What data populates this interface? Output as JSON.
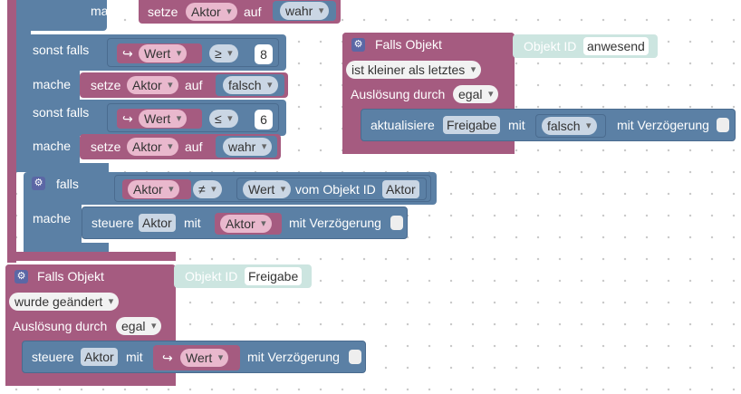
{
  "labels": {
    "mache": "mache",
    "sonst_falls": "sonst falls",
    "setze": "setze",
    "auf": "auf",
    "falls": "falls",
    "steuere": "steuere",
    "mit": "mit",
    "mit_verzoegerung": "mit Verzögerung",
    "vom_objekt_id": "vom Objekt ID",
    "falls_objekt": "Falls Objekt",
    "objekt_id": "Objekt ID",
    "ausloesung_durch": "Auslösung durch",
    "aktualisiere": "aktualisiere"
  },
  "values": {
    "aktor": "Aktor",
    "wert": "Wert",
    "wahr": "wahr",
    "falsch": "falsch",
    "ge": "≥",
    "le": "≤",
    "ne": "≠",
    "n8": "8",
    "n6": "6",
    "egal": "egal",
    "anwesend": "anwesend",
    "freigabe": "Freigabe",
    "ist_kleiner": "ist kleiner als letztes",
    "wurde_geaendert": "wurde geändert"
  },
  "icons": {
    "gear": "gear-icon",
    "arrow": "return-arrow-icon"
  },
  "colors": {
    "trigger": "#a55b80",
    "logic": "#5b80a5",
    "variable": "#e9b8cd",
    "object_id": "#cce5e0"
  }
}
